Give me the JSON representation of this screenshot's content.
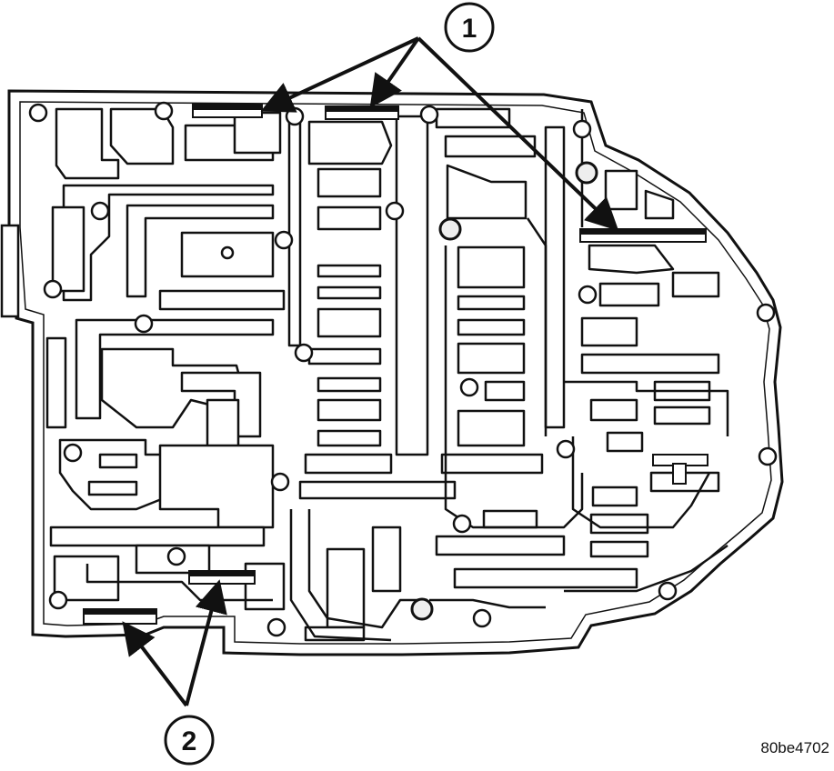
{
  "figure": {
    "code": "80be4702",
    "callouts": [
      {
        "number": "1",
        "target_count": 3
      },
      {
        "number": "2",
        "target_count": 2
      }
    ]
  },
  "colors": {
    "line": "#111111",
    "background": "#ffffff",
    "check_ball_fill": "#eeeeee"
  }
}
